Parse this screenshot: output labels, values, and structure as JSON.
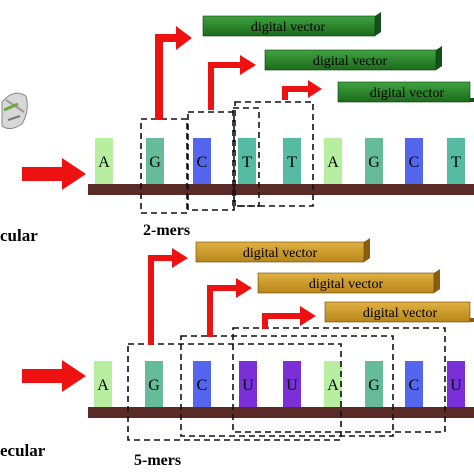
{
  "colors": {
    "A": "#b8eea0",
    "G": "#66bb99",
    "C": "#5566ee",
    "T": "#55bba2",
    "U": "#7a2fd8",
    "backbone": "#5a2a26",
    "arrow": "#ee1111",
    "vector_green": "#1f7a1f",
    "vector_gold": "#cc9922"
  },
  "top_panel": {
    "sequence": [
      "A",
      "G",
      "C",
      "T",
      "T",
      "A",
      "G",
      "C",
      "T"
    ],
    "side_label": "cular",
    "kmer_label": "2-mers",
    "vectors": [
      "digital vector",
      "digital vector",
      "digital vector"
    ]
  },
  "bottom_panel": {
    "sequence": [
      "A",
      "G",
      "C",
      "U",
      "U",
      "A",
      "G",
      "C",
      "U"
    ],
    "side_label": "ecular",
    "kmer_label": "5-mers",
    "vectors": [
      "digital vector",
      "digital vector",
      "digital vector"
    ]
  }
}
